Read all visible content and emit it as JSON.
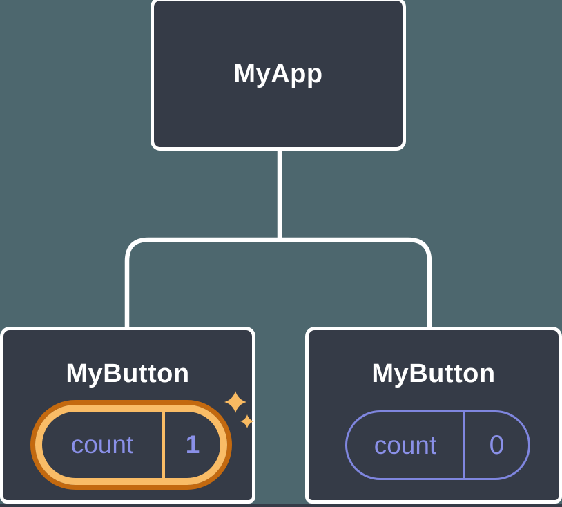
{
  "diagram": {
    "description": "React component tree showing isolated state",
    "root": {
      "label": "MyApp"
    },
    "children": [
      {
        "label": "MyButton",
        "state": {
          "name": "count",
          "value": "1"
        },
        "highlighted": true,
        "icon": "sparkles"
      },
      {
        "label": "MyButton",
        "state": {
          "name": "count",
          "value": "0"
        },
        "highlighted": false
      }
    ],
    "colors": {
      "background": "#4D676E",
      "node_fill": "#353B47",
      "node_border": "#FFFFFF",
      "connector": "#FFFFFF",
      "state_text": "#8A90E8",
      "pill_border": "#7F86DF",
      "highlight_outer": "#C3690F",
      "highlight_inner": "#F9BC66",
      "sparkle": "#F8BA62"
    }
  }
}
